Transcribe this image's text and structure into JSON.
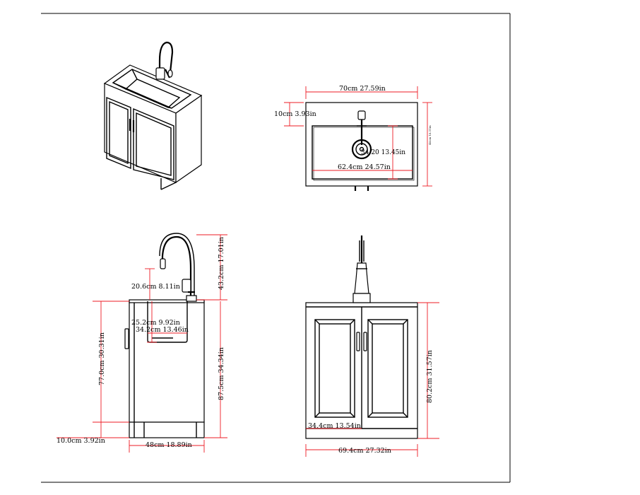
{
  "colors": {
    "ink": "#000000",
    "dimension_line": "#ee1c25",
    "background": "#ffffff"
  },
  "views": {
    "isometric": {
      "icon": "sink-cabinet-isometric"
    },
    "top": {
      "width_label": "70cm  27.59in",
      "inner_width_label": "62.4cm 24.57in",
      "faucet_offset_label": "10cm 3.93in",
      "inner_depth_label": "34.20  13.45in",
      "outer_depth_label": "46cm 18.11in"
    },
    "side": {
      "faucet_height_label": "43.2cm 17.01in",
      "spout_label": "20.6cm 8.11in",
      "basin_depth_label": "25.2cm 9.92in",
      "basin_width_label": "34.2cm   13.46in",
      "body_height_label": "77.0cm 30.31in",
      "total_height_label": "87.5cm 34.34in",
      "base_label": "10.0cm 3.92in",
      "depth_label": "48cm  18.89in"
    },
    "front": {
      "height_label": "80.2cm 31.57in",
      "door_width_label": "34.4cm   13.54in",
      "width_label": "69.4cm 27.32in"
    }
  }
}
